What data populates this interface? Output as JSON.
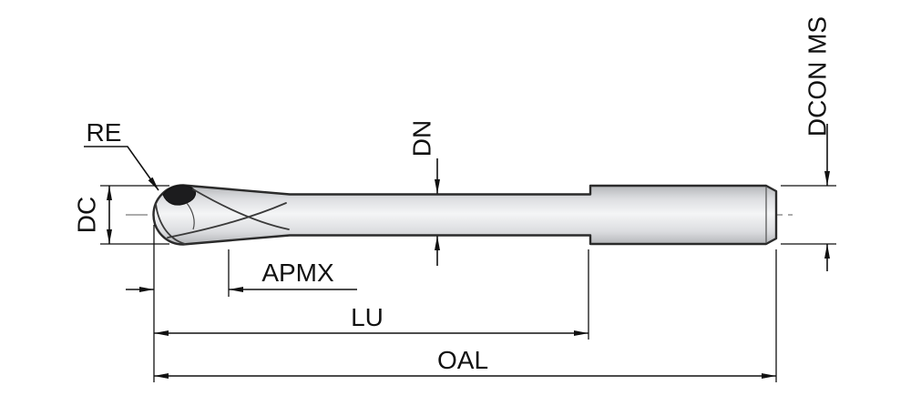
{
  "drawing": {
    "labels": {
      "re": "RE",
      "dc": "DC",
      "dn": "DN",
      "dcon_ms": "DCON MS",
      "apmx": "APMX",
      "lu": "LU",
      "oal": "OAL"
    },
    "colors": {
      "background": "#ffffff",
      "outline": "#2b2b2b",
      "dimension": "#111111",
      "centerline": "#7a7a7a",
      "metal_edge": "#b3b5b8",
      "metal_mid": "#dcdde0",
      "metal_light": "#f4f5f6",
      "flute_face": "#1c1c1e"
    }
  }
}
